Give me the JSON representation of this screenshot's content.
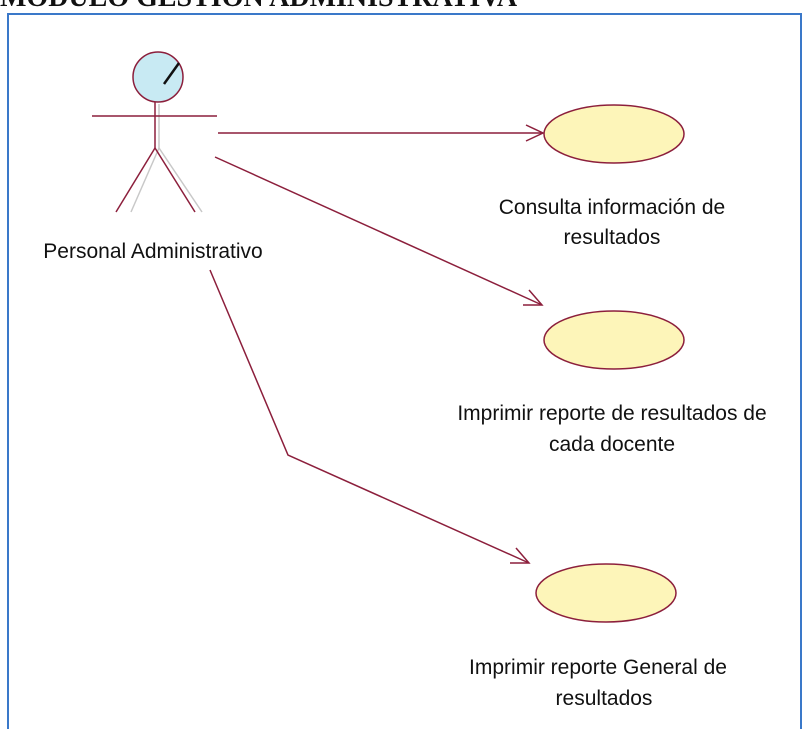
{
  "title": "MODULO GESTION ADMINISTRATIVA",
  "actor": {
    "label": "Personal Administrativo"
  },
  "use_cases": [
    {
      "line1": "Consulta información de",
      "line2": "resultados"
    },
    {
      "line1": "Imprimir reporte de resultados de",
      "line2": "cada docente"
    },
    {
      "line1": "Imprimir reporte General de",
      "line2": "resultados"
    }
  ],
  "colors": {
    "frame": "#3a78c9",
    "line": "#8c1f3c",
    "ellipse_fill": "#fdf5b9",
    "head_fill": "#c8eaf3",
    "text": "#111111"
  }
}
